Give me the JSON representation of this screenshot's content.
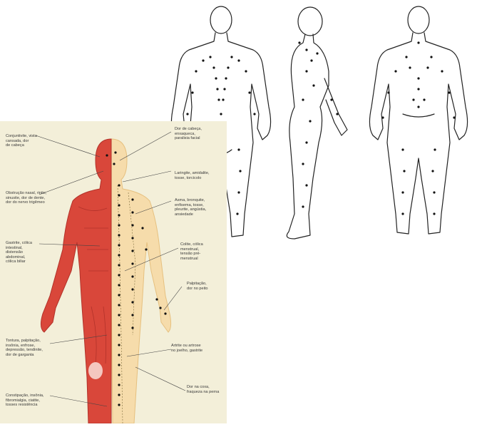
{
  "labels": {
    "conjuntivite": "Conjuntivite, vista\ncansada, dor\nde cabeça",
    "dor_cabeca": "Dor de cabeça,\nenxaqueca,\nparalisia facial",
    "laringite": "Laringite, amidalite,\ntosse, torcicolo",
    "obstrucao": "Obstrução nasal, rinite,\nsinusite, dor de dente,\ndor do nervo trigêmeo",
    "asma": "Asma, bronquite,\nenfisema, tosse,\npleurite, angústia,\nansiedade",
    "gastrite": "Gastrite, cólica\nintestinal,\ndistensão\nabdominal,\ncólica biliar",
    "colite": "Colite, cólica\nmenstrual,\ntensão pré-\nmenstrual",
    "palpitacao": "Palpitação,\ndor no peito",
    "tontura": "Tontura, palpitação,\ninsônia, enfrose,\ndepressão, tendinite,\ndor de garganta",
    "artrite": "Artrite ou artrose\nno joelho, gastrite",
    "dor_coxa": "Dor na coxa,\nfraqueza na perna",
    "constipacao": "Constipação, insônia,\nfibromialgia, ciatite,\ntosses resistência"
  },
  "colors": {
    "muscle": "#d9473a",
    "muscle_dark": "#b2322a",
    "skin": "#f6dcab",
    "skin_dark": "#e6c07f",
    "point": "#111111",
    "panel_bg": "#f3efd9",
    "line": "#444444"
  }
}
